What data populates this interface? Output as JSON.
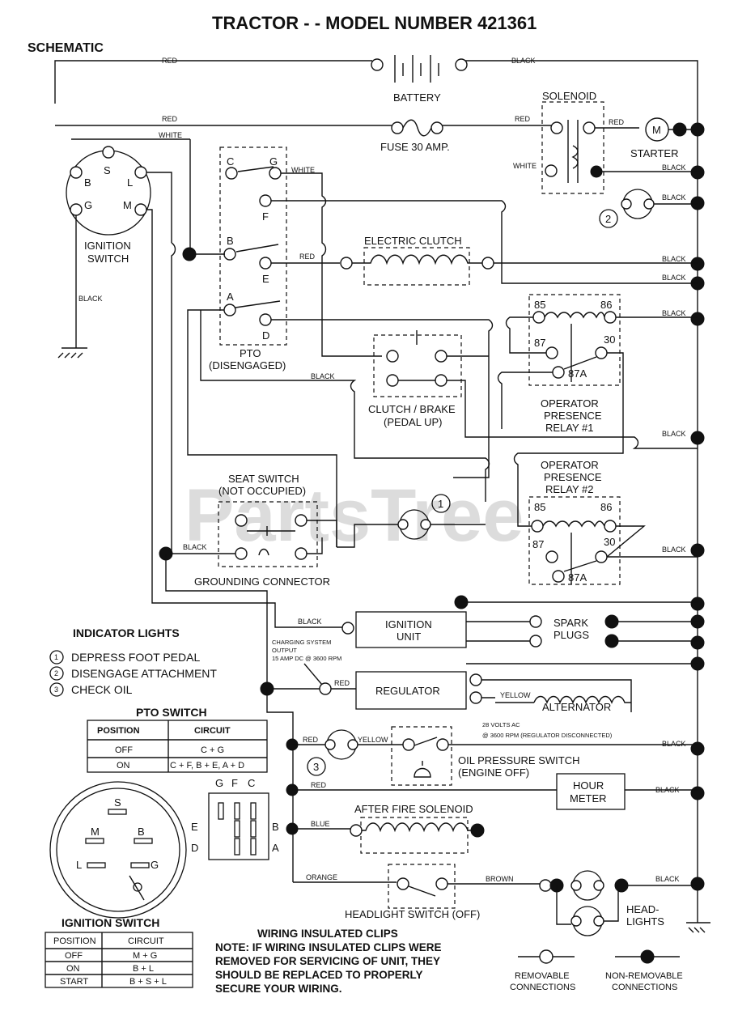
{
  "title": "TRACTOR - - MODEL NUMBER 421361",
  "subtitle": "SCHEMATIC",
  "watermark": "PartsTree",
  "components": {
    "battery": "BATTERY",
    "solenoid": "SOLENOID",
    "fuse": "FUSE 30 AMP.",
    "starter": "STARTER",
    "starter_letter": "M",
    "ignition_switch": [
      "IGNITION",
      "SWITCH"
    ],
    "electric_clutch": "ELECTRIC CLUTCH",
    "pto": [
      "PTO",
      "(DISENGAGED)"
    ],
    "clutch_brake": [
      "CLUTCH / BRAKE",
      "(PEDAL UP)"
    ],
    "relay1": [
      "OPERATOR",
      "PRESENCE",
      "RELAY #1"
    ],
    "relay2": [
      "OPERATOR",
      "PRESENCE",
      "RELAY #2"
    ],
    "seat_switch": [
      "SEAT SWITCH",
      "(NOT OCCUPIED)"
    ],
    "grounding_connector": "GROUNDING CONNECTOR",
    "ignition_unit": [
      "IGNITION",
      "UNIT"
    ],
    "spark_plugs": [
      "SPARK",
      "PLUGS"
    ],
    "regulator": "REGULATOR",
    "alternator": "ALTERNATOR",
    "charging_note": [
      "CHARGING SYSTEM",
      "OUTPUT",
      "15 AMP DC @ 3600 RPM"
    ],
    "ac_note": [
      "28 VOLTS AC",
      "@ 3600 RPM (REGULATOR DISCONNECTED)"
    ],
    "oil_pressure": [
      "OIL PRESSURE SWITCH",
      "(ENGINE OFF)"
    ],
    "hour_meter": [
      "HOUR",
      "METER"
    ],
    "after_fire": "AFTER FIRE SOLENOID",
    "headlight_switch": "HEADLIGHT SWITCH (OFF)",
    "headlights": [
      "HEAD-",
      "LIGHTS"
    ]
  },
  "pins": {
    "ignition": [
      "S",
      "L",
      "B",
      "G",
      "M"
    ],
    "pto": [
      "C",
      "G",
      "F",
      "B",
      "E",
      "A",
      "D"
    ],
    "relay": [
      "85",
      "86",
      "87",
      "30",
      "87A"
    ],
    "indicators": [
      "1",
      "2",
      "3"
    ]
  },
  "wire_colors": {
    "red": "RED",
    "white": "WHITE",
    "black": "BLACK",
    "yellow": "YELLOW",
    "blue": "BLUE",
    "orange": "ORANGE",
    "brown": "BROWN"
  },
  "indicator_lights": {
    "heading": "INDICATOR LIGHTS",
    "items": [
      {
        "num": "1",
        "text": "DEPRESS FOOT PEDAL"
      },
      {
        "num": "2",
        "text": "DISENGAGE ATTACHMENT"
      },
      {
        "num": "3",
        "text": "CHECK OIL"
      }
    ]
  },
  "pto_switch_table": {
    "heading": "PTO SWITCH",
    "columns": [
      "POSITION",
      "CIRCUIT"
    ],
    "rows": [
      [
        "OFF",
        "C + G"
      ],
      [
        "ON",
        "C + F, B + E, A + D"
      ]
    ]
  },
  "ignition_switch_table": {
    "heading": "IGNITION SWITCH",
    "columns": [
      "POSITION",
      "CIRCUIT"
    ],
    "rows": [
      [
        "OFF",
        "M + G"
      ],
      [
        "ON",
        "B + L"
      ],
      [
        "START",
        "B + S + L"
      ]
    ]
  },
  "ignition_face_pins": [
    "S",
    "M",
    "B",
    "L",
    "G"
  ],
  "pto_face_labels": {
    "top": [
      "G",
      "F",
      "C"
    ],
    "left": [
      "E",
      "D"
    ],
    "right": [
      "B",
      "A"
    ]
  },
  "wiring_clips": {
    "heading": "WIRING INSULATED CLIPS",
    "lines": [
      "NOTE: IF WIRING INSULATED CLIPS WERE",
      "REMOVED FOR SERVICING OF UNIT, THEY",
      "SHOULD BE REPLACED TO PROPERLY",
      "SECURE YOUR WIRING."
    ]
  },
  "legend": {
    "removable": [
      "REMOVABLE",
      "CONNECTIONS"
    ],
    "non_removable": [
      "NON-REMOVABLE",
      "CONNECTIONS"
    ]
  }
}
